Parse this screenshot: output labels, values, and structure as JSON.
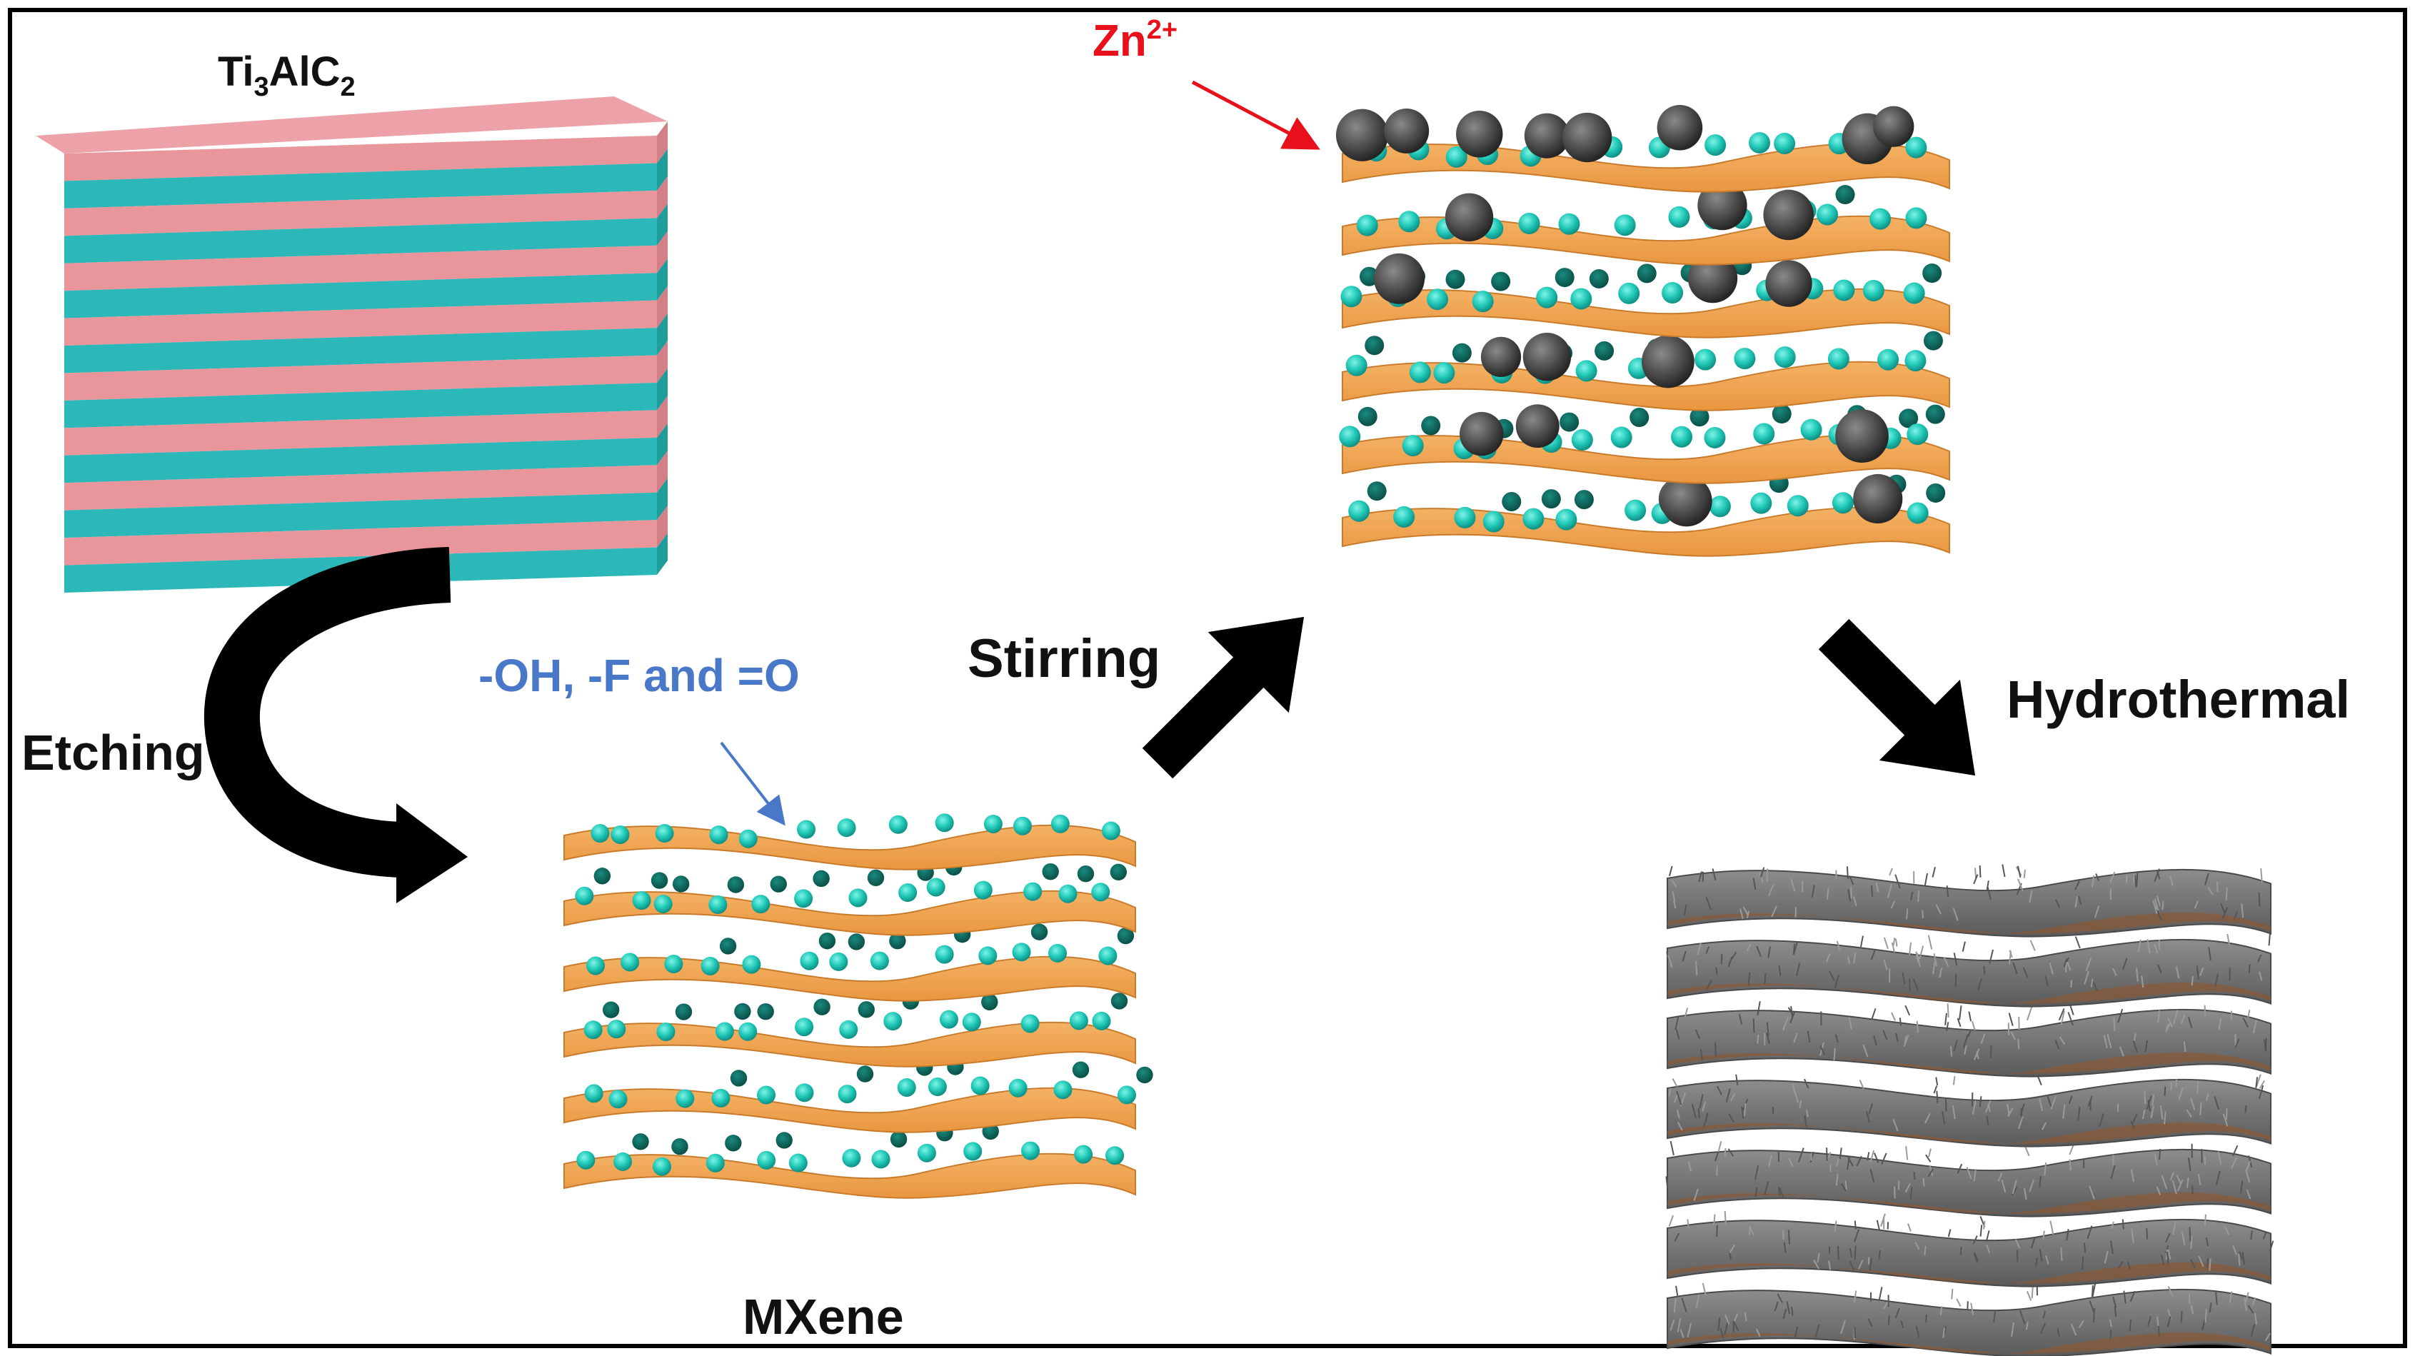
{
  "labels": {
    "precursor_main": "Ti",
    "precursor_sub1": "3",
    "precursor_mid": "AlC",
    "precursor_sub2": "2",
    "etching": "Etching",
    "functional_groups": "-OH, -F and =O",
    "mxene": "MXene",
    "stirring": "Stirring",
    "zn_main": "Zn",
    "zn_sup": "2+",
    "hydrothermal": "Hydrothermal"
  },
  "colors": {
    "pink_layer": "#e8959c",
    "teal_layer": "#2cb8b8",
    "sheet": "#efa14c",
    "sheet_edge": "#c97b2c",
    "bead": "#21c9b8",
    "zn_label": "#e8101b",
    "fg_label": "#4a78c8",
    "particle": "#4d4d4d",
    "product": "#6e6e6e"
  },
  "icons": [
    "etching-curved-arrow",
    "stirring-arrow",
    "hydrothermal-arrow",
    "zn-pointer-arrow",
    "functional-group-pointer-arrow"
  ]
}
